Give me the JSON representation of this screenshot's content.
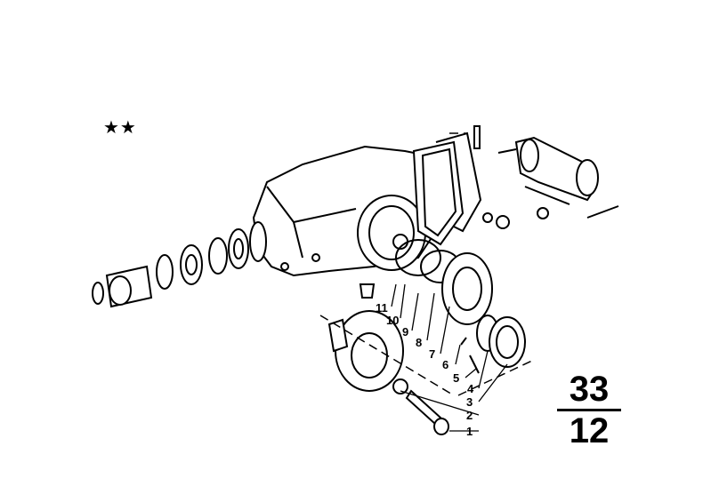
{
  "diagram": {
    "marker": "★★",
    "group_number": "33",
    "sub_group_number": "12",
    "part_labels": [
      "1",
      "2",
      "3",
      "4",
      "5",
      "6",
      "7",
      "8",
      "9",
      "10",
      "11"
    ]
  }
}
